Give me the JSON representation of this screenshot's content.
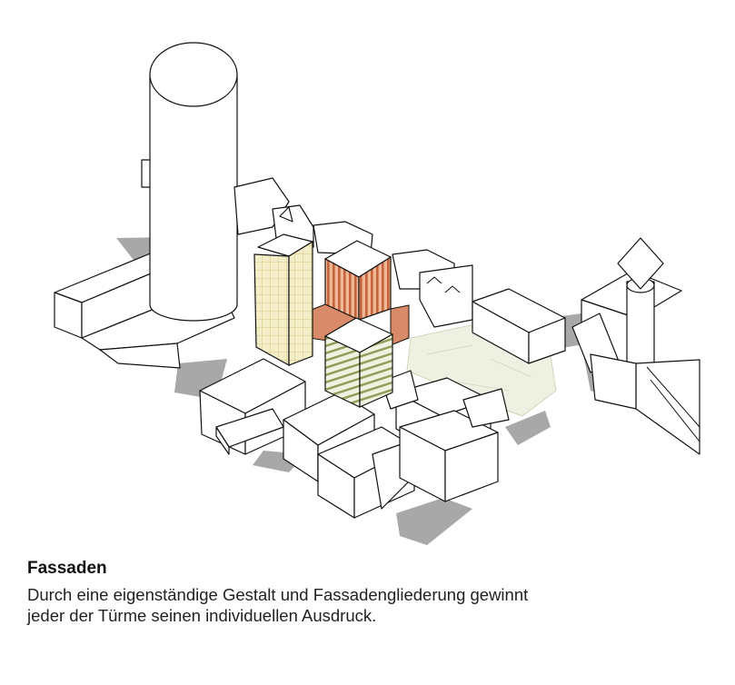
{
  "caption": {
    "title": "Fassaden",
    "text_line1": "Durch eine eigenständige Gestalt und Fassadengliederung gewinnt",
    "text_line2": "jeder der Türme seinen individuellen Ausdruck."
  },
  "colors": {
    "tower_cream": "#f4eec8",
    "tower_cream_line": "#e3d39a",
    "tower_red": "#d98a68",
    "tower_red_line": "#b8542e",
    "tower_green": "#e9edd6",
    "tower_green_line": "#8f9e5a",
    "open_space": "#eef1e2",
    "shadow": "#a8a8a8"
  }
}
